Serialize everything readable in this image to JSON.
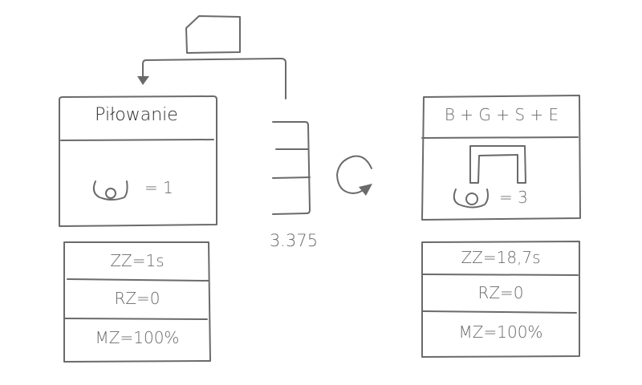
{
  "colors": {
    "stroke": "#6a6a6a",
    "text": "#6a6a6a",
    "title_text": "#2a2a2a",
    "background": "#ffffff"
  },
  "supplier": {
    "icon": "supplier-factory-shape"
  },
  "process_left": {
    "title": "Piłowanie",
    "operator_icon": "operator-icon",
    "operator_count": "= 1",
    "data_box": {
      "rows": [
        "ZZ=1s",
        "RZ=0",
        "MZ=100%"
      ]
    }
  },
  "inventory": {
    "icon": "stack-icon",
    "value": "3.375"
  },
  "cycle": {
    "icon": "cycle-arrow-icon"
  },
  "process_right": {
    "title": "B + G + S + E",
    "machine_icon": "frame-machine-icon",
    "operator_icon": "operator-icon",
    "operator_count": "= 3",
    "data_box": {
      "rows": [
        "ZZ=18,7s",
        "RZ=0",
        "MZ=100%"
      ]
    }
  }
}
